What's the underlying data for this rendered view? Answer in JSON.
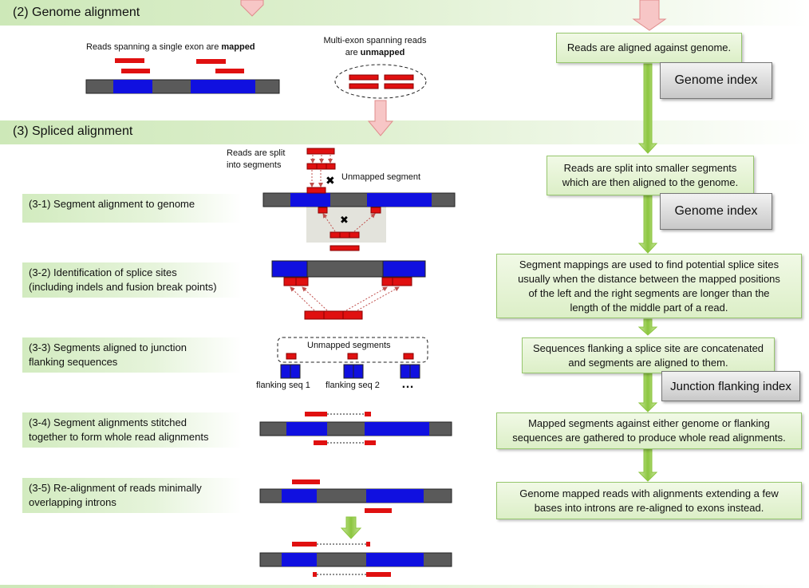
{
  "sections": {
    "genome_alignment": "(2) Genome alignment",
    "spliced_alignment": "(3) Spliced alignment"
  },
  "genome_panel": {
    "single_exon_text": "Reads spanning a single exon are ",
    "single_exon_bold": "mapped",
    "multi_exon_line1": "Multi-exon spanning reads",
    "multi_exon_line2": "are ",
    "multi_exon_bold": "unmapped"
  },
  "steps": [
    {
      "line1": "(3-1) Segment alignment to genome",
      "line2": ""
    },
    {
      "line1": "(3-2) Identification of splice sites",
      "line2": "(including indels and fusion break points)"
    },
    {
      "line1": "(3-3) Segments aligned to junction",
      "line2": "flanking sequences"
    },
    {
      "line1": "(3-4) Segment alignments stitched",
      "line2": "together to form whole read alignments"
    },
    {
      "line1": "(3-5) Re-alignment of reads minimally",
      "line2": "overlapping introns"
    }
  ],
  "diagram_labels": {
    "reads_split_1": "Reads are split",
    "reads_split_2": "into segments",
    "unmapped_segment": "Unmapped segment",
    "unmapped_segments": "Unmapped segments",
    "flank1": "flanking seq 1",
    "flank2": "flanking seq 2",
    "ellipsis": "…"
  },
  "right_boxes": [
    {
      "line1": "Reads are aligned against genome.",
      "line2": ""
    },
    {
      "line1": "Reads are split into smaller segments",
      "line2": "which are then aligned to the genome."
    },
    {
      "line1": "Segment mappings are used to find potential splice sites",
      "line2": "usually when the distance between the mapped positions",
      "line3": "of the left and the right segments are longer than the",
      "line4": "length of the middle part of a read."
    },
    {
      "line1": "Sequences flanking a splice site are concatenated",
      "line2": "and segments are aligned to them."
    },
    {
      "line1": "Mapped segments against either genome or flanking",
      "line2": "sequences are gathered to produce whole read alignments."
    },
    {
      "line1": "Genome mapped reads with alignments extending a few",
      "line2": "bases into introns are re-aligned to exons instead."
    }
  ],
  "index_boxes": {
    "genome_index_1": "Genome index",
    "genome_index_2": "Genome index",
    "junction_index": "Junction flanking index"
  },
  "colors": {
    "exon": "#1010e0",
    "intron": "#5a5a5a",
    "read": "#e01010",
    "section_bar": "#cde8b8",
    "arrow_green": "#8cc63f",
    "arrow_pink": "#f7b8b8"
  }
}
